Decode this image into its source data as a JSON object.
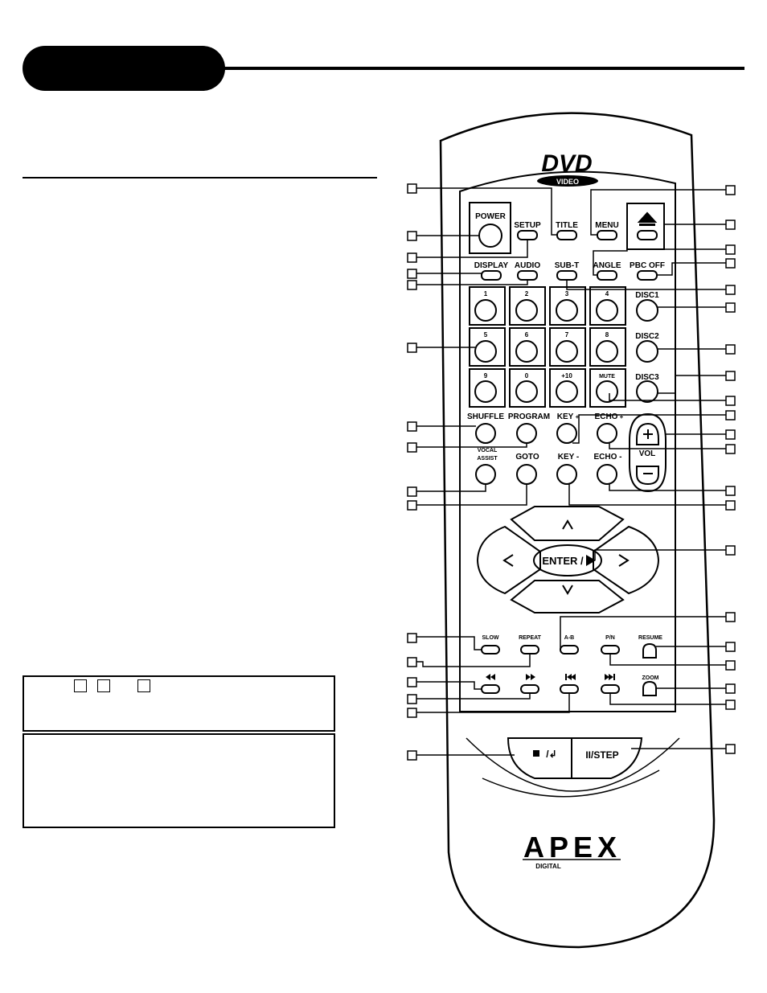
{
  "header": {
    "title": ""
  },
  "logos": {
    "dvd": "DVD",
    "video": "VIDEO",
    "apex": "APEX",
    "digital": "DIGITAL"
  },
  "buttons": {
    "title": "TITLE",
    "menu": "MENU",
    "power": "POWER",
    "setup": "SETUP",
    "display": "DISPLAY",
    "audio": "AUDIO",
    "sub_t": "SUB-T",
    "angle": "ANGLE",
    "pbc_off": "PBC OFF",
    "n1": "1",
    "n2": "2",
    "n3": "3",
    "n4": "4",
    "disc1": "DISC1",
    "n5": "5",
    "n6": "6",
    "n7": "7",
    "n8": "8",
    "disc2": "DISC2",
    "n9": "9",
    "n0": "0",
    "plus10": "+10",
    "mute": "MUTE",
    "disc3": "DISC3",
    "shuffle": "SHUFFLE",
    "program": "PROGRAM",
    "key_plus": "KEY",
    "key_plus_sign": "+",
    "echo_plus": "ECHO",
    "echo_plus_sign": "+",
    "vocal": "VOCAL",
    "assist": "ASSIST",
    "goto": "GOTO",
    "key_minus": "KEY -",
    "echo_minus": "ECHO -",
    "vol": "VOL",
    "enter": "ENTER /",
    "slow": "SLOW",
    "repeat": "REPEAT",
    "ab": "A-B",
    "pn": "P/N",
    "resume": "RESUME",
    "zoom": "ZOOM",
    "step": "II/STEP"
  }
}
